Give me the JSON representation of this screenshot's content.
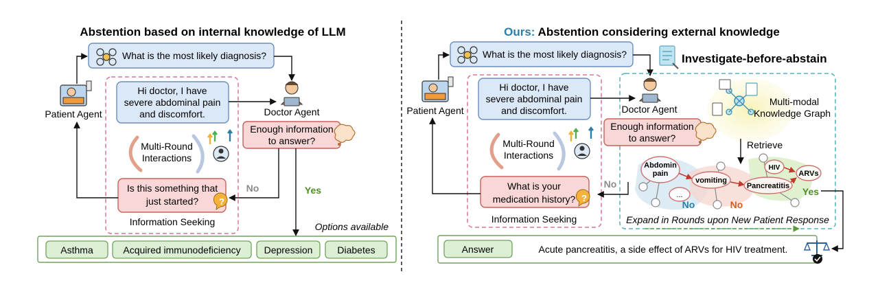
{
  "left": {
    "title": "Abstention based on internal knowledge of LLM",
    "question": "What is the most likely diagnosis?",
    "patient_label": "Patient Agent",
    "doctor_label": "Doctor Agent",
    "patient_message": [
      "Hi doctor, I have",
      "severe abdominal pain",
      "and discomfort."
    ],
    "multi_round": [
      "Multi-Round",
      "Interactions"
    ],
    "enough_info": [
      "Enough information",
      "to answer?"
    ],
    "doctor_question": [
      "Is this something that",
      "just started?"
    ],
    "info_seeking": "Information Seeking",
    "no_label": "No",
    "yes_label": "Yes",
    "options_label": "Options available",
    "options": [
      "Asthma",
      "Acquired immunodeficiency",
      "Depression",
      "Diabetes"
    ]
  },
  "right": {
    "title_prefix": "Ours:",
    "title_rest": " Abstention considering external knowledge",
    "question": "What is the most likely diagnosis?",
    "investigate_label": "Investigate-before-abstain",
    "patient_label": "Patient Agent",
    "doctor_label": "Doctor Agent",
    "patient_message": [
      "Hi doctor, I have",
      "severe abdominal pain",
      "and discomfort."
    ],
    "multi_round": [
      "Multi-Round",
      "Interactions"
    ],
    "enough_info": [
      "Enough information",
      "to answer?"
    ],
    "doctor_question": [
      "What is your",
      "medication history?"
    ],
    "info_seeking": "Information Seeking",
    "kg_label": [
      "Multi-modal",
      "Knowledge Graph"
    ],
    "retrieve_label": "Retrieve",
    "graph_nodes": {
      "abdomin_pain": [
        "Abdomin",
        "pain"
      ],
      "vomiting": "vomiting",
      "pancreatitis": "Pancreatitis",
      "hiv": "HIV",
      "arvs": "ARVs",
      "ellipsis": "..."
    },
    "no_label": "No",
    "no_label_2": "No",
    "no_label_3": "No",
    "yes_label": "Yes",
    "expand_label": "Expand in Rounds upon New Patient Response",
    "answer_button": "Answer",
    "answer_text": "Acute pancreatitis, a side effect of ARVs for HIV treatment."
  },
  "colors": {
    "blue_box_fill": "#dbe8f7",
    "blue_box_stroke": "#6c8ebf",
    "red_box_fill": "#f8d7d6",
    "red_box_stroke": "#c9605a",
    "green_box_fill": "#dcefd4",
    "green_box_stroke": "#6fa35a",
    "pink_dash": "#d9778e",
    "teal_dash": "#4fb3b8",
    "title_accent": "#2a7fa8",
    "yes_green": "#4f8f22",
    "no_gray": "#8a8a8a"
  },
  "icons": [
    "patient-icon",
    "doctor-icon",
    "question-icon",
    "knowledge-graph-icon",
    "document-icon",
    "balance-icon",
    "check-icon",
    "chat-bubble-icon"
  ]
}
